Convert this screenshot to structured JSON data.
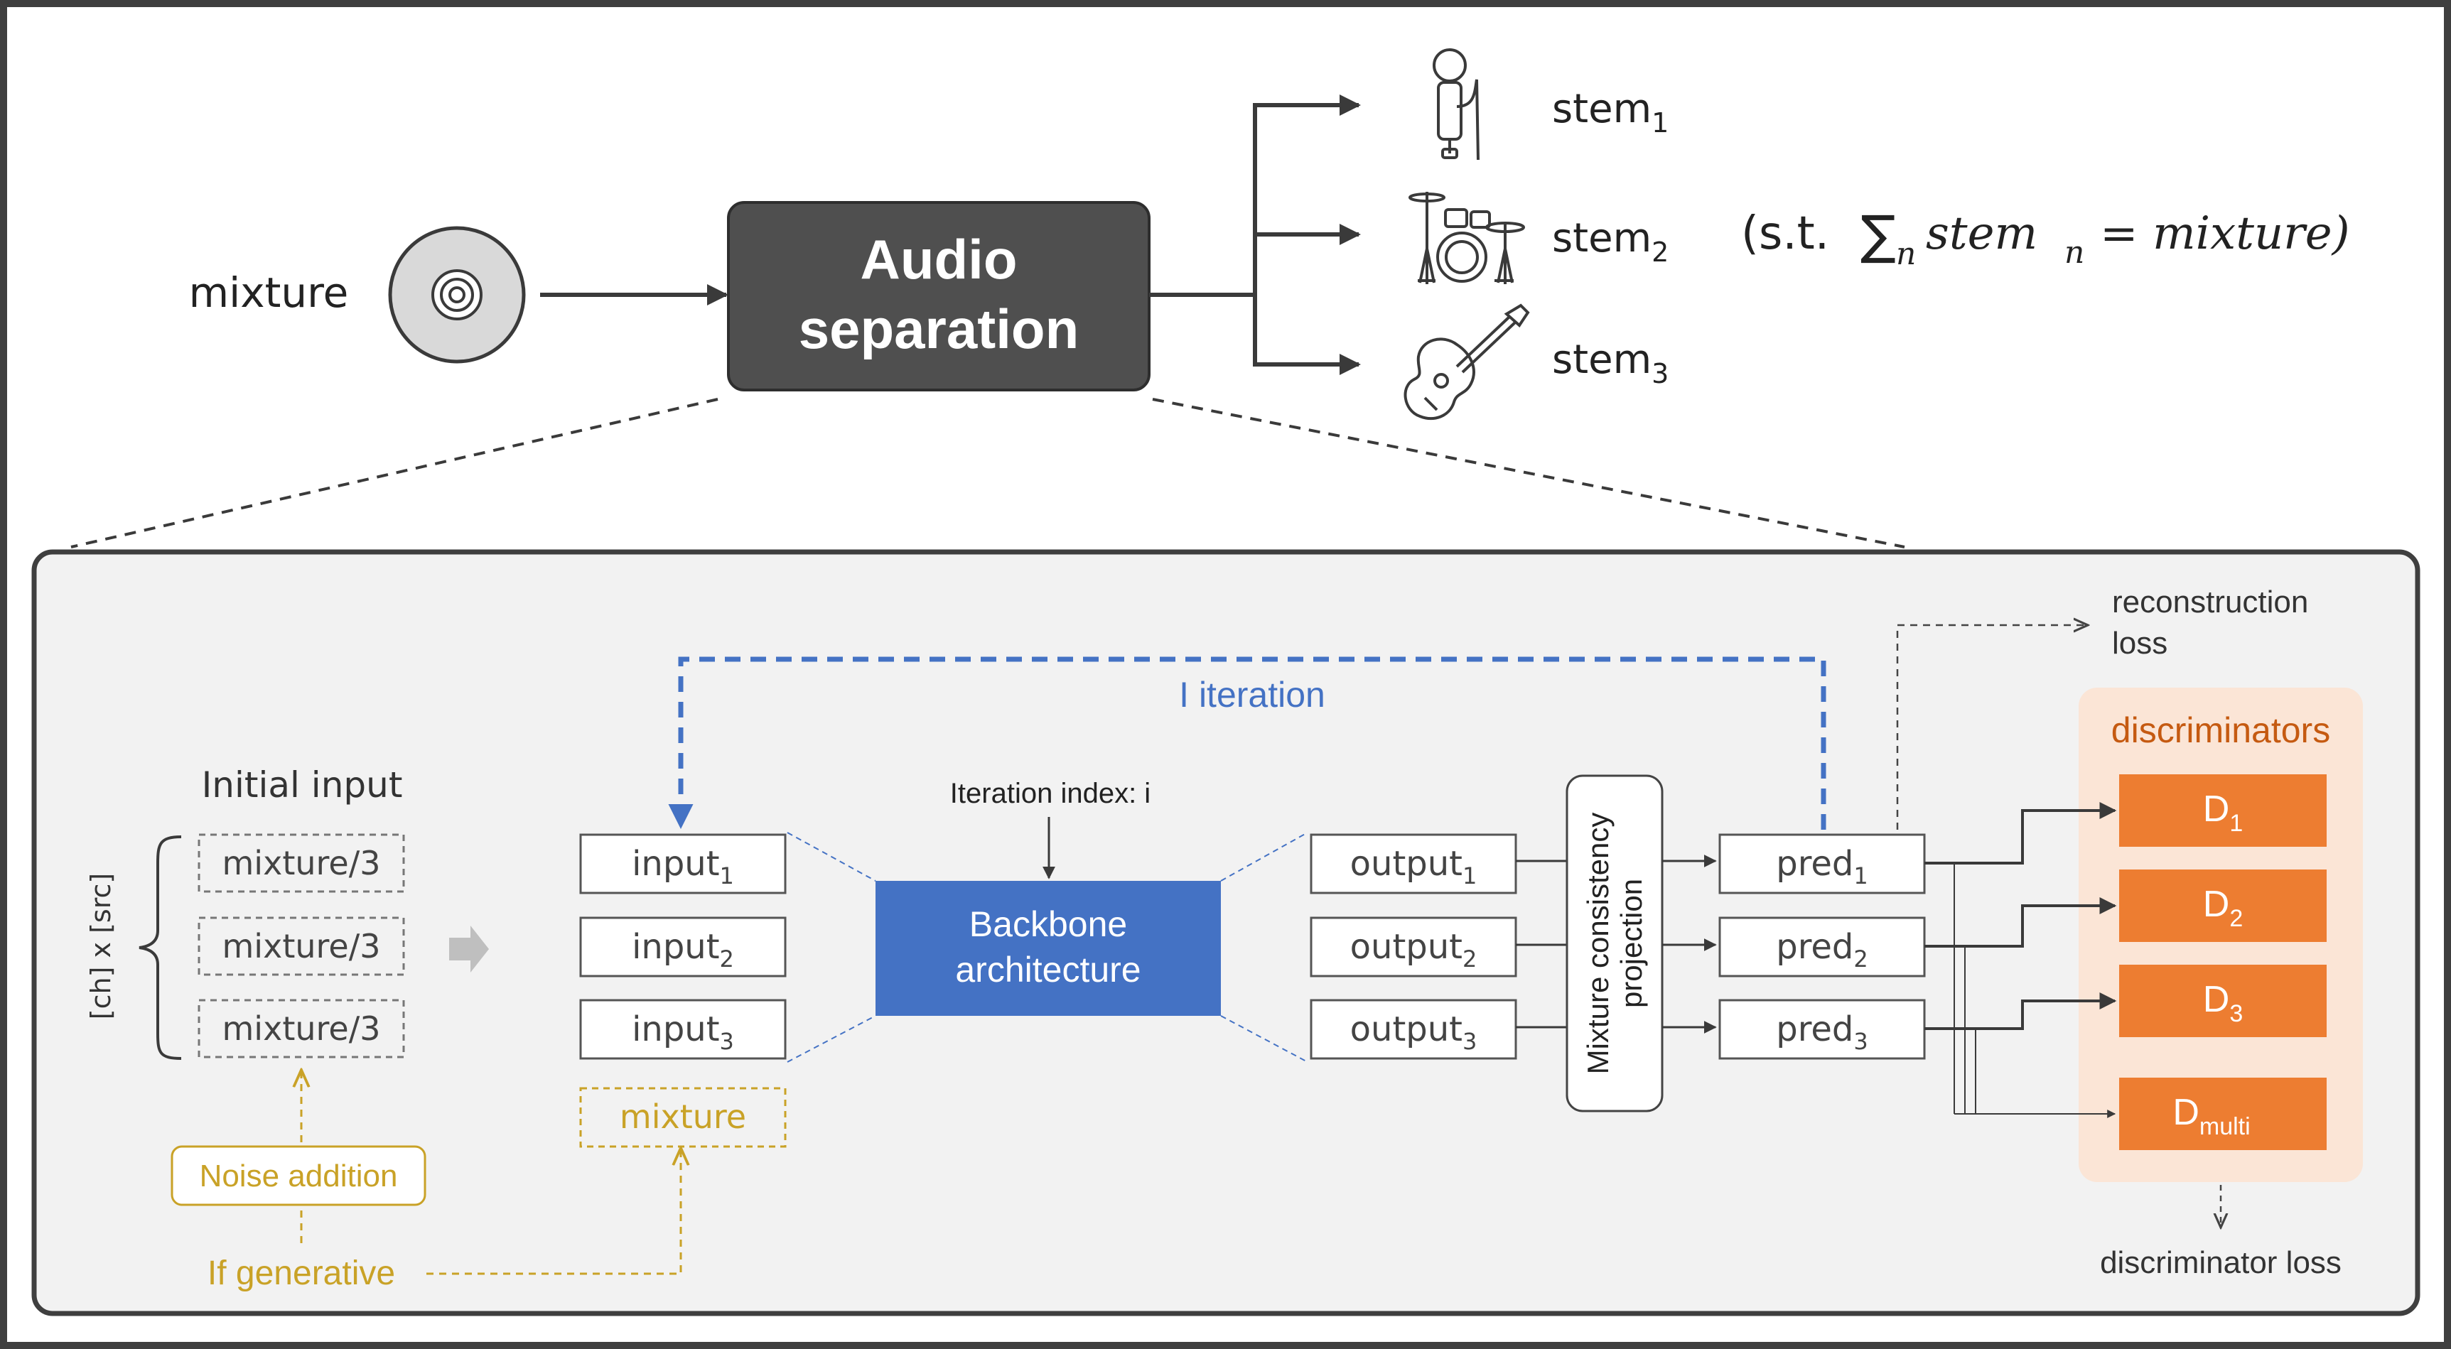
{
  "colors": {
    "blue": "#4472C4",
    "gold": "#C9A227",
    "orange": "#ED7D31",
    "orange_text": "#C55A11",
    "dark_box": "#4F4F4F",
    "panel_bg": "#F2F2F2",
    "disc_bg": "#FBE5D6"
  },
  "top": {
    "mixture_label": "mixture",
    "audio_sep_line1": "Audio",
    "audio_sep_line2": "separation",
    "stems": [
      {
        "base": "stem",
        "sub": "1",
        "icon": "microphone-icon"
      },
      {
        "base": "stem",
        "sub": "2",
        "icon": "drum-kit-icon"
      },
      {
        "base": "stem",
        "sub": "3",
        "icon": "guitar-icon"
      }
    ],
    "constraint": {
      "prefix": "(s.t.",
      "sigma": "∑",
      "sigma_sub": "n",
      "expr": "stem",
      "expr_sub": "n",
      "rhs": "= mixture)"
    }
  },
  "panel": {
    "initial_input_title": "Initial input",
    "ch_src_label": "[ch] x [src]",
    "mixture_thirds": [
      "mixture/3",
      "mixture/3",
      "mixture/3"
    ],
    "noise_addition": "Noise addition",
    "if_generative": "If generative",
    "inputs": [
      {
        "base": "input",
        "sub": "1"
      },
      {
        "base": "input",
        "sub": "2"
      },
      {
        "base": "input",
        "sub": "3"
      }
    ],
    "mixture_box": "mixture",
    "iteration_label": "I iteration",
    "iteration_index": "Iteration index: i",
    "backbone_line1": "Backbone",
    "backbone_line2": "architecture",
    "outputs": [
      {
        "base": "output",
        "sub": "1"
      },
      {
        "base": "output",
        "sub": "2"
      },
      {
        "base": "output",
        "sub": "3"
      }
    ],
    "projection_line1": "Mixture consistency",
    "projection_line2": "projection",
    "preds": [
      {
        "base": "pred",
        "sub": "1"
      },
      {
        "base": "pred",
        "sub": "2"
      },
      {
        "base": "pred",
        "sub": "3"
      }
    ],
    "reconstruction_line1": "reconstruction",
    "reconstruction_line2": "loss",
    "discriminators_title": "discriminators",
    "discriminators": [
      {
        "base": "D",
        "sub": "1"
      },
      {
        "base": "D",
        "sub": "2"
      },
      {
        "base": "D",
        "sub": "3"
      },
      {
        "base": "D",
        "sub": "multi"
      }
    ],
    "discriminator_loss": "discriminator loss"
  }
}
